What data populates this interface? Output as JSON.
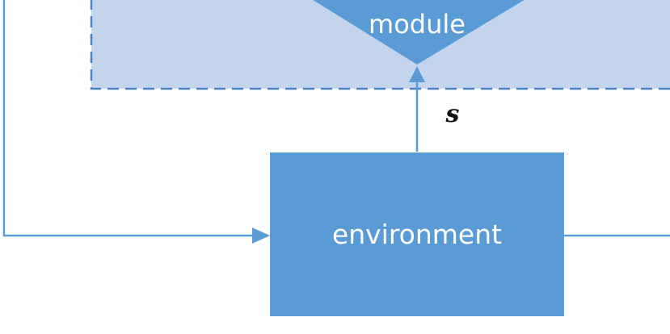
{
  "diagram": {
    "module_label": "module",
    "environment_label": "environment",
    "state_label": "s"
  },
  "colors": {
    "module_region": "#c3d5ec",
    "module_border": "#4f83c2",
    "module_shape": "#5b9bd5",
    "environment_box": "#5b9bd5",
    "connector": "#5b9bd5",
    "label_text": "#ffffff",
    "symbol_text": "#111111"
  }
}
